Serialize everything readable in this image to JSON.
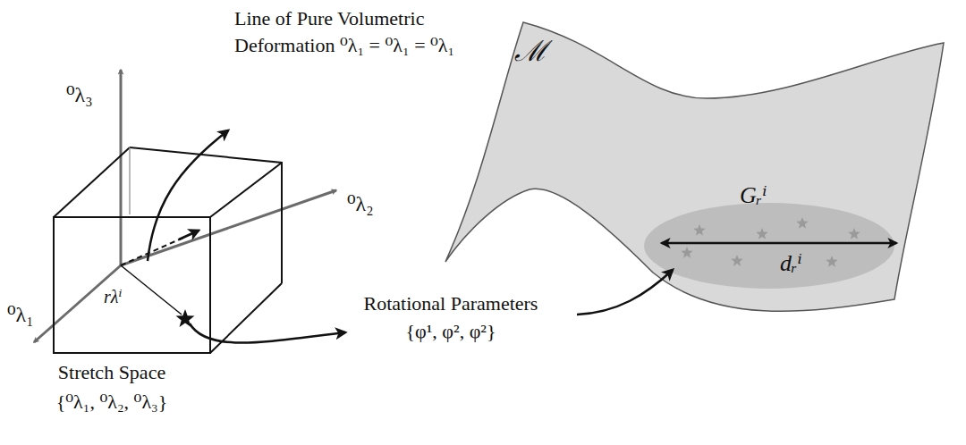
{
  "diagram": {
    "nodes": [
      {
        "text": [
          "ℳ"
        ]
      },
      {
        "text": [
          "Gᵣⁱ",
          "dᵣⁱ"
        ],
        "in": 0
      }
    ],
    "labels": [
      "Line of Pure Volumetric Deformation ⁰λ₁ = ⁰λ₁ = ⁰λ₁",
      "⁰λ₃",
      "⁰λ₂",
      "⁰λ₁",
      "rλⁱ",
      "Stretch Space {⁰λ₁, ⁰λ₂, ⁰λ₃}",
      "Rotational Parameters {φ¹, φ², φ²}"
    ]
  }
}
